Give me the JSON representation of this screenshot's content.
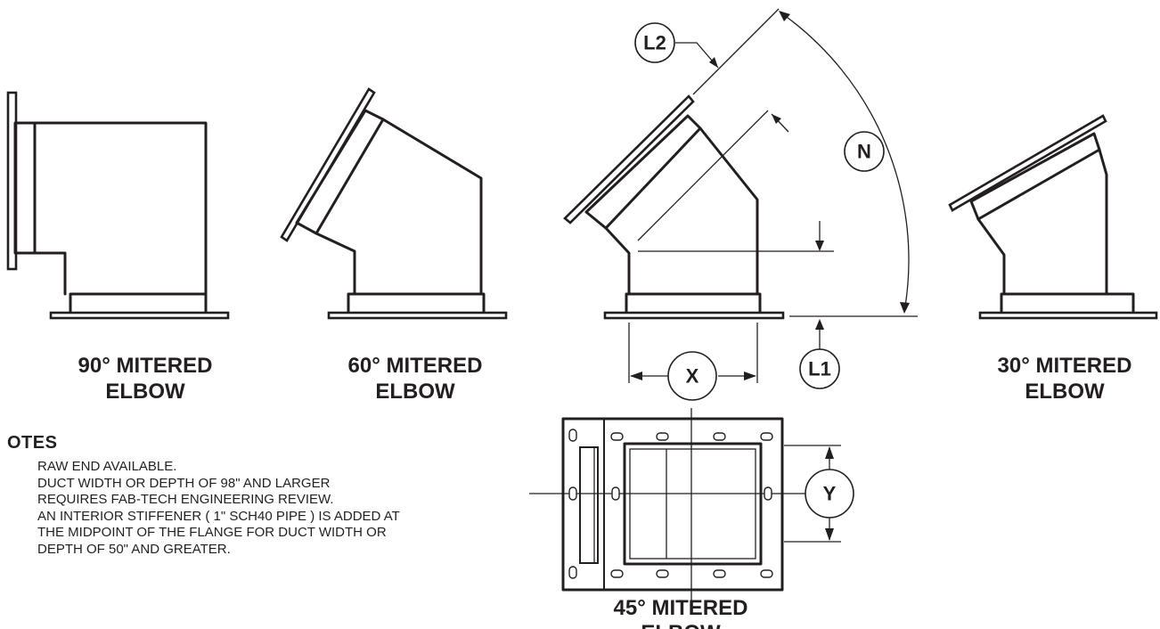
{
  "labels": {
    "elbow90": [
      "90° MITERED",
      "ELBOW"
    ],
    "elbow60": [
      "60° MITERED",
      "ELBOW"
    ],
    "elbow45": [
      "45° MITERED",
      "ELBOW"
    ],
    "elbow30": [
      "30° MITERED",
      "ELBOW"
    ]
  },
  "dimensions": {
    "l1": "L1",
    "l2": "L2",
    "n": "N",
    "x": "X",
    "y": "Y"
  },
  "notes": {
    "title": "OTES",
    "lines": [
      "RAW END AVAILABLE.",
      "DUCT WIDTH OR DEPTH OF 98\" AND LARGER",
      "REQUIRES FAB-TECH ENGINEERING REVIEW.",
      "AN INTERIOR STIFFENER ( 1\" SCH40 PIPE ) IS ADDED AT",
      "THE MIDPOINT OF THE FLANGE FOR DUCT WIDTH OR",
      "DEPTH OF 50\" AND GREATER."
    ]
  }
}
